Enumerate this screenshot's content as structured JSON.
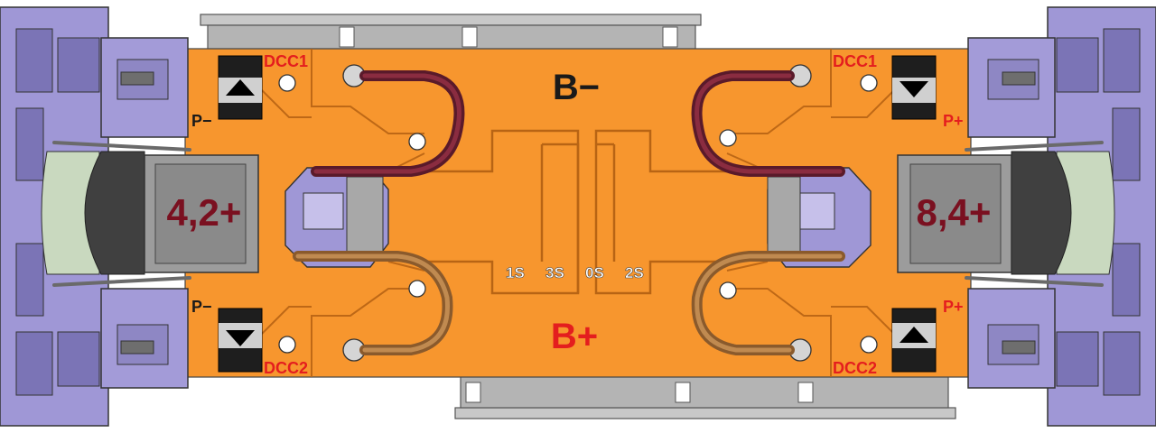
{
  "board": {
    "rail_top": "B−",
    "rail_bottom": "B+",
    "battery_left": "4,2+",
    "battery_right": "8,4+",
    "diode_tl": "DCC1",
    "diode_tr": "DCC1",
    "diode_bl": "DCC2",
    "diode_br": "DCC2",
    "pin_tl": "P−",
    "pin_bl": "P−",
    "pin_tr": "P+",
    "pin_br": "P+",
    "pad_labels": [
      "1S",
      "3S",
      "0S",
      "2S"
    ]
  },
  "colors": {
    "pcb": "#f7962e",
    "trace": "#d07a22",
    "label_dark": "#1a1a1a",
    "label_red": "#e41e1e",
    "battery_text": "#7a1020",
    "holder": "#9f97d6",
    "wire_dark": "#5a1a2a",
    "wire_light": "#a86a3a",
    "heatsink": "#bdbdbd"
  }
}
